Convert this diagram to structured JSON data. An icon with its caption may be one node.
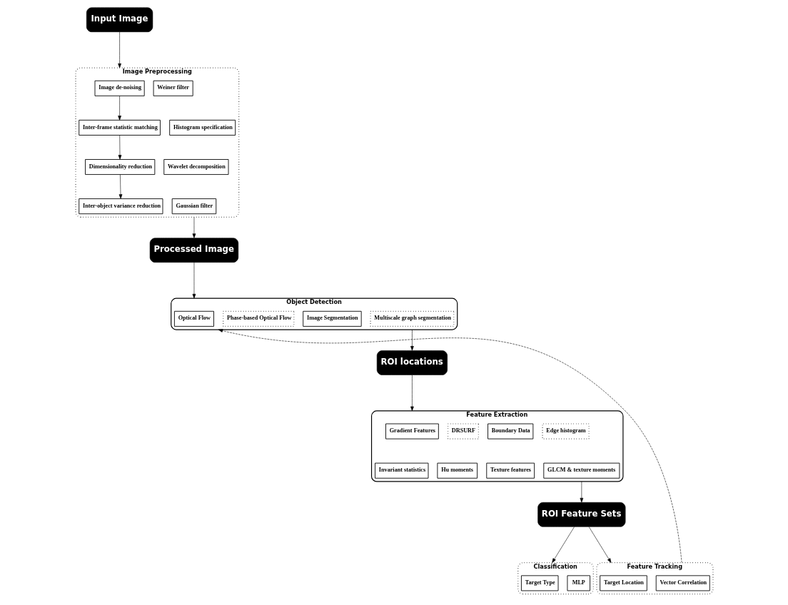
{
  "diagram": {
    "nodes": [
      {
        "text": [
          "Input Image"
        ]
      },
      {
        "text": [
          "Image Preprocessing"
        ]
      },
      {
        "text": [
          "Image de-noising"
        ],
        "in": 1
      },
      {
        "text": [
          "Weiner filter"
        ],
        "in": 1
      },
      {
        "text": [
          "Inter-frame statistic matching"
        ],
        "in": 1
      },
      {
        "text": [
          "Histogram specification"
        ],
        "in": 1
      },
      {
        "text": [
          "Dimensionality reduction"
        ],
        "in": 1
      },
      {
        "text": [
          "Wavelet decomposition"
        ],
        "in": 1
      },
      {
        "text": [
          "Inter-object variance reduction"
        ],
        "in": 1
      },
      {
        "text": [
          "Gaussian filter"
        ],
        "in": 1
      },
      {
        "text": [
          "Processed Image"
        ]
      },
      {
        "text": [
          "Object Detection"
        ]
      },
      {
        "text": [
          "Optical Flow"
        ],
        "in": 11
      },
      {
        "text": [
          "Phase-based Optical Flow"
        ],
        "in": 11
      },
      {
        "text": [
          "Image Segmentation"
        ],
        "in": 11
      },
      {
        "text": [
          "Multiscale graph segmentation"
        ],
        "in": 11
      },
      {
        "text": [
          "ROI locations"
        ]
      },
      {
        "text": [
          "Feature Extraction"
        ]
      },
      {
        "text": [
          "Gradient Features"
        ],
        "in": 17
      },
      {
        "text": [
          "DRSURF"
        ],
        "in": 17
      },
      {
        "text": [
          "Boundary Data"
        ],
        "in": 17
      },
      {
        "text": [
          "Edge histogram"
        ],
        "in": 17
      },
      {
        "text": [
          "Invariant statistics"
        ],
        "in": 17
      },
      {
        "text": [
          "Hu moments"
        ],
        "in": 17
      },
      {
        "text": [
          "Texture features"
        ],
        "in": 17
      },
      {
        "text": [
          "GLCM & texture moments"
        ],
        "in": 17
      },
      {
        "text": [
          "ROI Feature Sets"
        ]
      },
      {
        "text": [
          "Classification"
        ]
      },
      {
        "text": [
          "Target Type"
        ],
        "in": 27
      },
      {
        "text": [
          "MLP"
        ],
        "in": 27
      },
      {
        "text": [
          "Feature Tracking"
        ]
      },
      {
        "text": [
          "Target Location"
        ],
        "in": 30
      },
      {
        "text": [
          "Vector Correlation"
        ],
        "in": 30
      }
    ],
    "edges": [
      {
        "from": 0,
        "to": 1,
        "arrow": "to"
      },
      {
        "from": 2,
        "to": 4,
        "arrow": "to"
      },
      {
        "from": 4,
        "to": 6,
        "arrow": "to"
      },
      {
        "from": 6,
        "to": 8,
        "arrow": "to"
      },
      {
        "from": 1,
        "to": 10,
        "arrow": "to"
      },
      {
        "from": 10,
        "to": 11,
        "arrow": "to"
      },
      {
        "from": 11,
        "to": 16,
        "arrow": "to"
      },
      {
        "from": 16,
        "to": 17,
        "arrow": "to"
      },
      {
        "from": 17,
        "to": 26,
        "arrow": "to"
      },
      {
        "from": 26,
        "to": 27,
        "arrow": "to"
      },
      {
        "from": 26,
        "to": 30,
        "arrow": "to"
      },
      {
        "from": 30,
        "to": 11,
        "arrow": "to",
        "style": "dashed"
      }
    ]
  }
}
